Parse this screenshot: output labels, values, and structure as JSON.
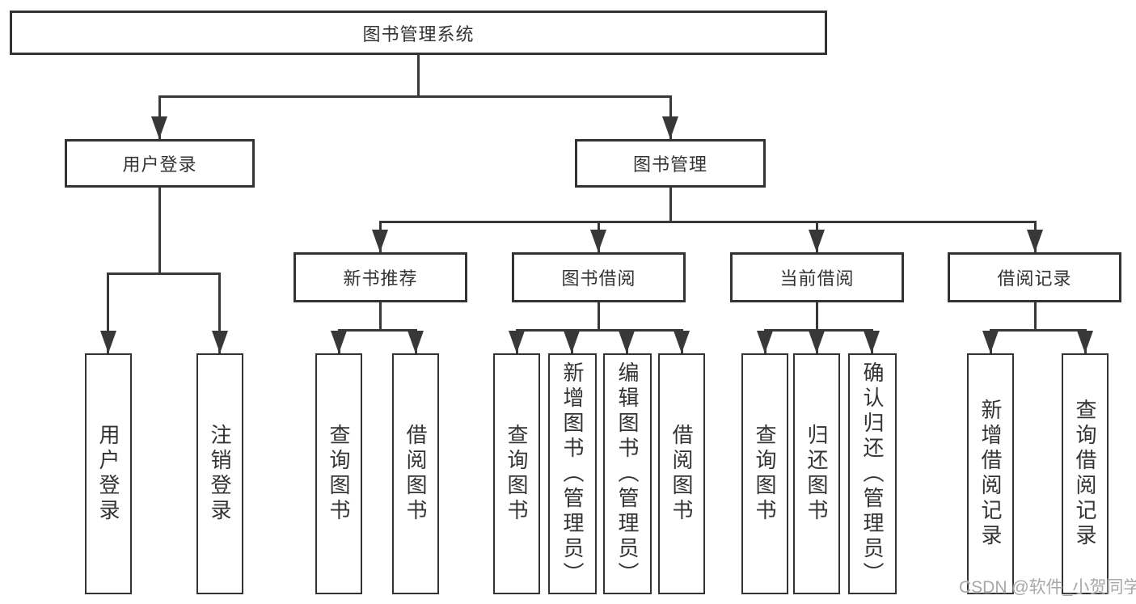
{
  "tree": {
    "root": "图书管理系统",
    "branches": [
      {
        "label": "用户登录",
        "leaves": [
          "用户登录",
          "注销登录"
        ]
      },
      {
        "label": "图书管理",
        "children": [
          {
            "label": "新书推荐",
            "leaves": [
              "查询图书",
              "借阅图书"
            ]
          },
          {
            "label": "图书借阅",
            "leaves": [
              "查询图书",
              "新增图书（管理员）",
              "编辑图书（管理员）",
              "借阅图书"
            ]
          },
          {
            "label": "当前借阅",
            "leaves": [
              "查询图书",
              "归还图书",
              "确认归还（管理员）"
            ]
          },
          {
            "label": "借阅记录",
            "leaves": [
              "新增借阅记录",
              "查询借阅记录"
            ]
          }
        ]
      }
    ]
  },
  "watermark": "CSDN @软件_小贺同学",
  "colors": {
    "line": "#383838",
    "box_border": "#333333",
    "text": "#333333",
    "watermark": "#a8a8a8",
    "background": "#ffffff"
  }
}
